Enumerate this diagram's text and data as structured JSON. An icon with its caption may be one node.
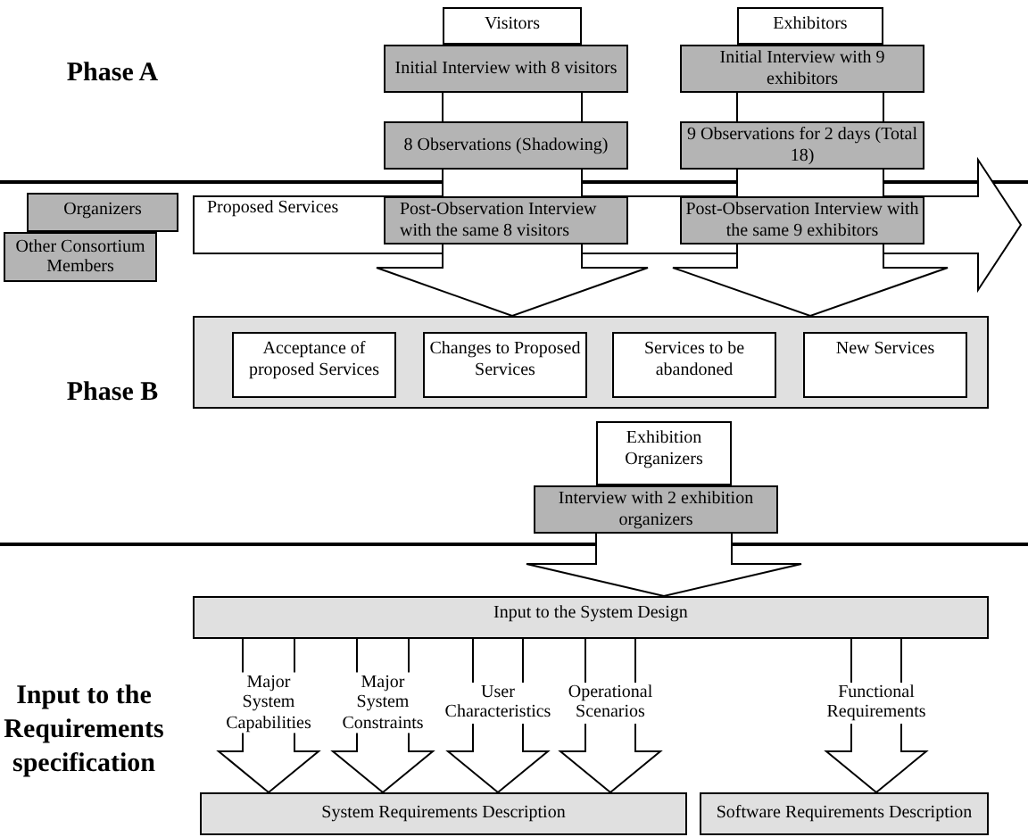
{
  "diagram": {
    "nodes": [
      {
        "text": [
          "Visitors"
        ]
      },
      {
        "text": [
          "Initial Interview with 8 visitors"
        ]
      },
      {
        "text": [
          "8 Observations (Shadowing)"
        ]
      },
      {
        "text": [
          "Exhibitors"
        ]
      },
      {
        "text": [
          "Initial Interview with 9 exhibitors"
        ]
      },
      {
        "text": [
          "9 Observations for 2 days (Total 18)"
        ]
      },
      {
        "text": [
          "Organizers"
        ]
      },
      {
        "text": [
          "Other Consortium Members"
        ]
      },
      {
        "text": [
          "Proposed Services"
        ]
      },
      {
        "text": [
          "Post-Observation Interview with the same 8 visitors"
        ],
        "in": 8
      },
      {
        "text": [
          "Post-Observation Interview with the same 9 exhibitors"
        ],
        "in": 8
      },
      {
        "text": [],
        "shape": "box"
      },
      {
        "text": [
          "Acceptance of proposed Services"
        ],
        "in": 11
      },
      {
        "text": [
          "Changes to Proposed Services"
        ],
        "in": 11
      },
      {
        "text": [
          "Services to be abandoned"
        ],
        "in": 11
      },
      {
        "text": [
          "New Services"
        ],
        "in": 11
      },
      {
        "text": [
          "Exhibition Organizers"
        ]
      },
      {
        "text": [
          "Interview with 2 exhibition organizers"
        ]
      },
      {
        "text": [
          "Input to the System Design"
        ]
      },
      {
        "text": [
          "System Requirements Description"
        ]
      },
      {
        "text": [
          "Software Requirements Description"
        ]
      }
    ],
    "edges": [
      {
        "from": 0,
        "to": 11,
        "arrow": "to"
      },
      {
        "from": 3,
        "to": 11,
        "arrow": "to"
      },
      {
        "from": 16,
        "to": 18,
        "arrow": "to"
      },
      {
        "from": 18,
        "to": 19,
        "arrow": "to",
        "label": "Major System Capabilities"
      },
      {
        "from": 18,
        "to": 19,
        "arrow": "to",
        "label": "Major System Constraints"
      },
      {
        "from": 18,
        "to": 19,
        "arrow": "to",
        "label": "User Characteristics"
      },
      {
        "from": 18,
        "to": 19,
        "arrow": "to",
        "label": "Operational Scenarios"
      },
      {
        "from": 18,
        "to": 20,
        "arrow": "to",
        "label": "Functional Requirements"
      }
    ],
    "labels": [
      "Phase A",
      "Phase B",
      "Input to the Requirements specification"
    ]
  }
}
